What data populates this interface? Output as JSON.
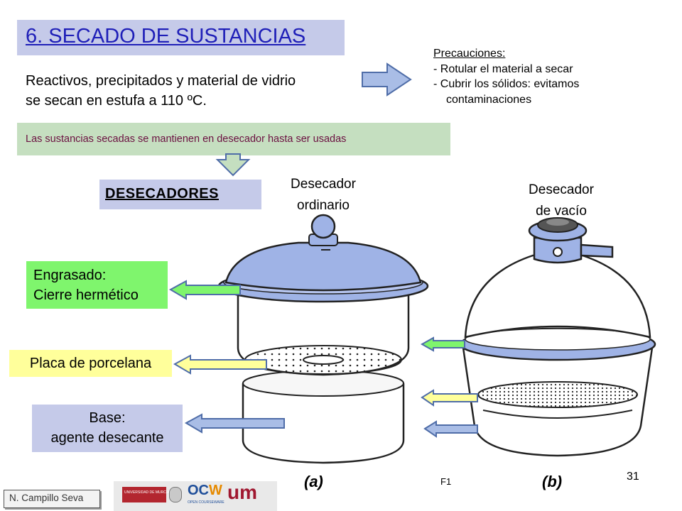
{
  "slide": {
    "title": "6. SECADO DE SUSTANCIAS",
    "intro_line1": "Reactivos, precipitados y material de vidrio",
    "intro_line2": "se secan en estufa a 110 ºC.",
    "precautions": {
      "heading": "Precauciones:",
      "item1": "- Rotular el material a secar",
      "item2": "- Cubrir los sólidos: evitamos",
      "item3": "contaminaciones"
    },
    "banner": "Las sustancias secadas se mantienen en desecador hasta ser usadas",
    "section_title": "DESECADORES",
    "caption_ordinary_line1": "Desecador",
    "caption_ordinary_line2": "ordinario",
    "caption_vacuum_line1": "Desecador",
    "caption_vacuum_line2": "de vacío",
    "labels": {
      "grease_line1": "Engrasado:",
      "grease_line2": "Cierre hermético",
      "plate": "Placa de porcelana",
      "base_line1": "Base:",
      "base_line2": "agente desecante"
    },
    "figure_a": "(a)",
    "figure_b": "(b)",
    "figure_ref": "F1",
    "page_number": "31",
    "author": "N. Campillo Seva",
    "logos": {
      "university": "UNIVERSIDAD DE MURCIA",
      "ocw": "OPEN COURSEWARE",
      "um": "um"
    },
    "colors": {
      "title_blue": "#1f1fb8",
      "box_lavender": "#c5cae9",
      "banner_green": "#c5dfc0",
      "green_label": "#7ff56d",
      "yellow_label": "#ffff9b",
      "glass_blue": "#9fb3e6"
    }
  }
}
